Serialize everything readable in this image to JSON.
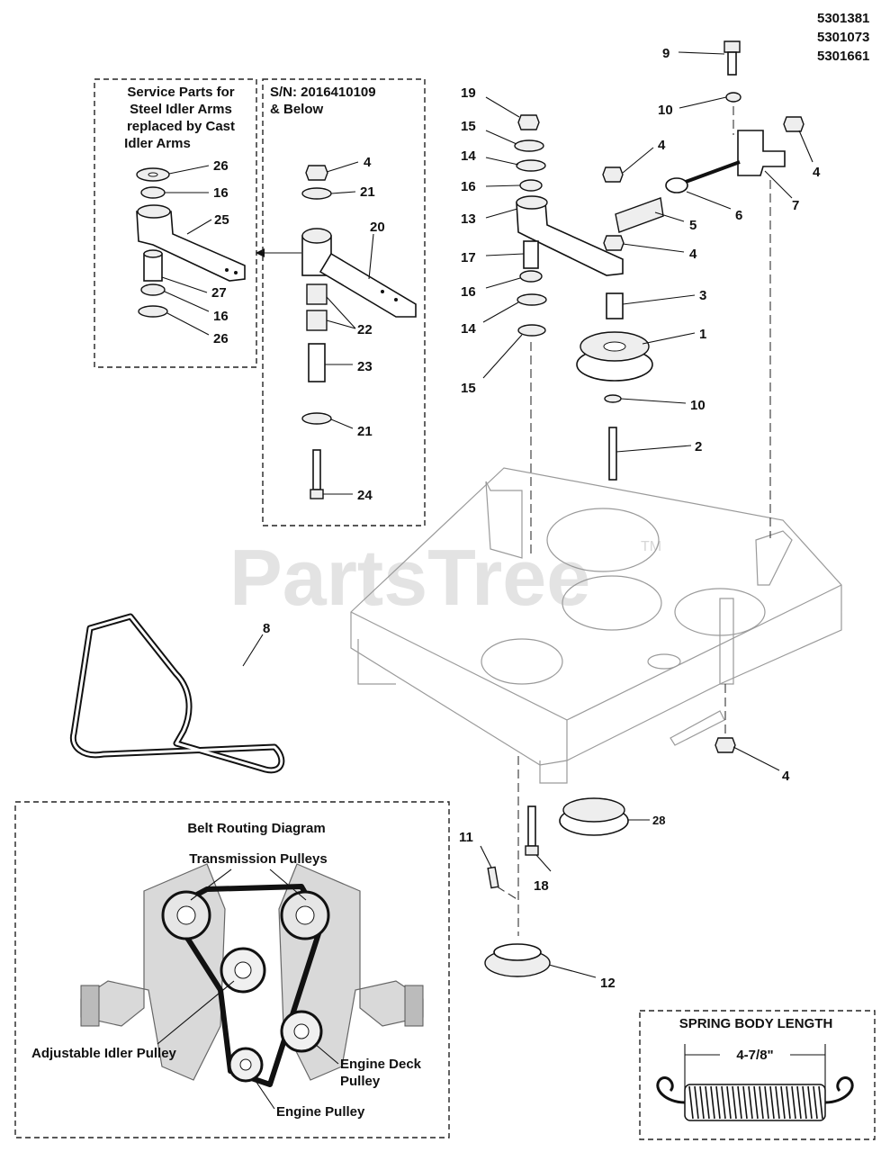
{
  "part_numbers": [
    "5301381",
    "5301073",
    "5301661"
  ],
  "watermark": "PartsTree",
  "watermark_tm": "TM",
  "service_box": {
    "title_lines": [
      "Service Parts for",
      "Steel Idler Arms",
      "replaced by Cast",
      "Idler Arms"
    ],
    "callouts": [
      "26",
      "16",
      "25",
      "27",
      "16",
      "26"
    ]
  },
  "serial_box": {
    "title_lines": [
      "S/N: 2016410109",
      "& Below"
    ],
    "callouts": [
      "4",
      "21",
      "20",
      "22",
      "23",
      "21",
      "24"
    ]
  },
  "main_callouts": [
    "19",
    "15",
    "14",
    "16",
    "13",
    "17",
    "16",
    "14",
    "15",
    "4",
    "5",
    "4",
    "3",
    "1",
    "10",
    "2",
    "9",
    "10",
    "4",
    "6",
    "7",
    "8",
    "4",
    "28",
    "11",
    "18",
    "12"
  ],
  "belt_routing": {
    "title": "Belt Routing Diagram",
    "labels": {
      "transmission": "Transmission Pulleys",
      "idler": "Adjustable Idler Pulley",
      "deck": [
        "Engine Deck",
        "Pulley"
      ],
      "engine": "Engine Pulley"
    }
  },
  "spring": {
    "title": "SPRING BODY LENGTH",
    "length": "4-7/8\""
  }
}
